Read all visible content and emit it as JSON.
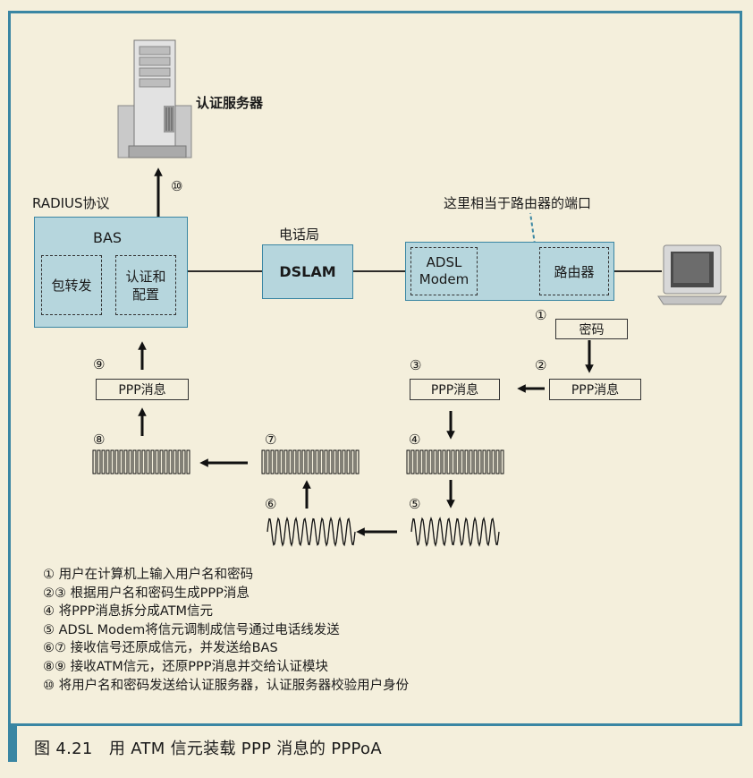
{
  "nodes": {
    "auth_server_label": "认证服务器",
    "radius_label": "RADIUS协议",
    "step10_top": "⑩",
    "bas_title": "BAS",
    "bas_forward": "包转发",
    "bas_auth_line1": "认证和",
    "bas_auth_line2": "配置",
    "phone_office_label": "电话局",
    "dslam": "DSLAM",
    "adsl_line1": "ADSL",
    "adsl_line2": "Modem",
    "router": "路由器",
    "router_port_note": "这里相当于路由器的端口"
  },
  "flow": {
    "step1": "①",
    "password": "密码",
    "step2": "②",
    "ppp_right": "PPP消息",
    "step3": "③",
    "ppp_mid": "PPP消息",
    "step4": "④",
    "step5": "⑤",
    "step6": "⑥",
    "step7": "⑦",
    "step8": "⑧",
    "step9": "⑨",
    "ppp_left": "PPP消息"
  },
  "legend": [
    "① 用户在计算机上输入用户名和密码",
    "②③ 根据用户名和密码生成PPP消息",
    "④ 将PPP消息拆分成ATM信元",
    "⑤ ADSL Modem将信元调制成信号通过电话线发送",
    "⑥⑦ 接收信号还原成信元，并发送给BAS",
    "⑧⑨ 接收ATM信元，还原PPP消息并交给认证模块",
    "⑩ 将用户名和密码发送给认证服务器，认证服务器校验用户身份"
  ],
  "caption": "图 4.21　用 ATM 信元装载 PPP 消息的 PPPoA",
  "colors": {
    "accent": "#3a86a3",
    "box_fill": "#b6d6dd",
    "background": "#f4efdc"
  },
  "icons": [
    "server-icon",
    "computer-icon",
    "atm-cells-icon",
    "signal-wave-icon"
  ]
}
